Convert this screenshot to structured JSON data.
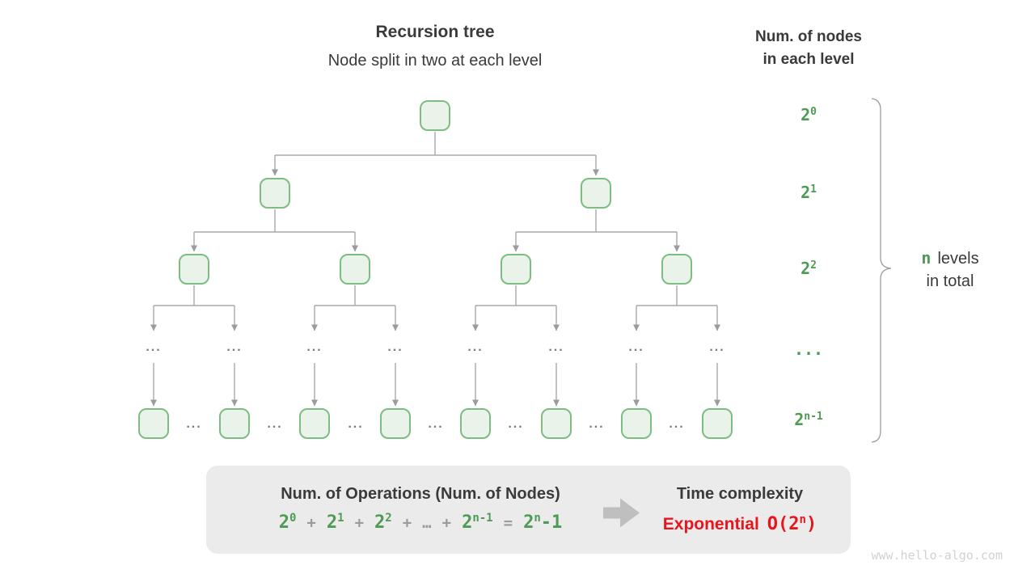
{
  "header": {
    "title": "Recursion tree",
    "subtitle": "Node split in two at each level",
    "right_title_line1": "Num. of nodes",
    "right_title_line2": "in each level"
  },
  "levels": [
    {
      "base": "2",
      "exp": "0"
    },
    {
      "base": "2",
      "exp": "1"
    },
    {
      "base": "2",
      "exp": "2"
    },
    {
      "base": "...",
      "exp": ""
    },
    {
      "base": "2",
      "exp": "n-1"
    }
  ],
  "brace_label": {
    "n": "n",
    "line1": "levels",
    "line2": "in total"
  },
  "tree": {
    "ellipsis": "..."
  },
  "summary_box": {
    "operations_title": "Num. of Operations (Num. of Nodes)",
    "formula": {
      "t1b": "2",
      "t1e": "0",
      "plus": "+",
      "t2b": "2",
      "t2e": "1",
      "t3b": "2",
      "t3e": "2",
      "dots": "…",
      "t4b": "2",
      "t4e": "n-1",
      "eq": "=",
      "t5b": "2",
      "t5e": "n",
      "tail": "-1"
    },
    "time_title": "Time complexity",
    "complexity": {
      "word": "Exponential",
      "big_o": "O(2",
      "exp": "n",
      "close": ")"
    }
  },
  "watermark": "www.hello-algo.com",
  "colors": {
    "node_border": "#7dbd81",
    "node_fill": "#e9f3ea",
    "green_text": "#4e9b54",
    "red_text": "#e8151c",
    "connector": "#a9a9a9",
    "box_bg": "#ebebeb"
  }
}
